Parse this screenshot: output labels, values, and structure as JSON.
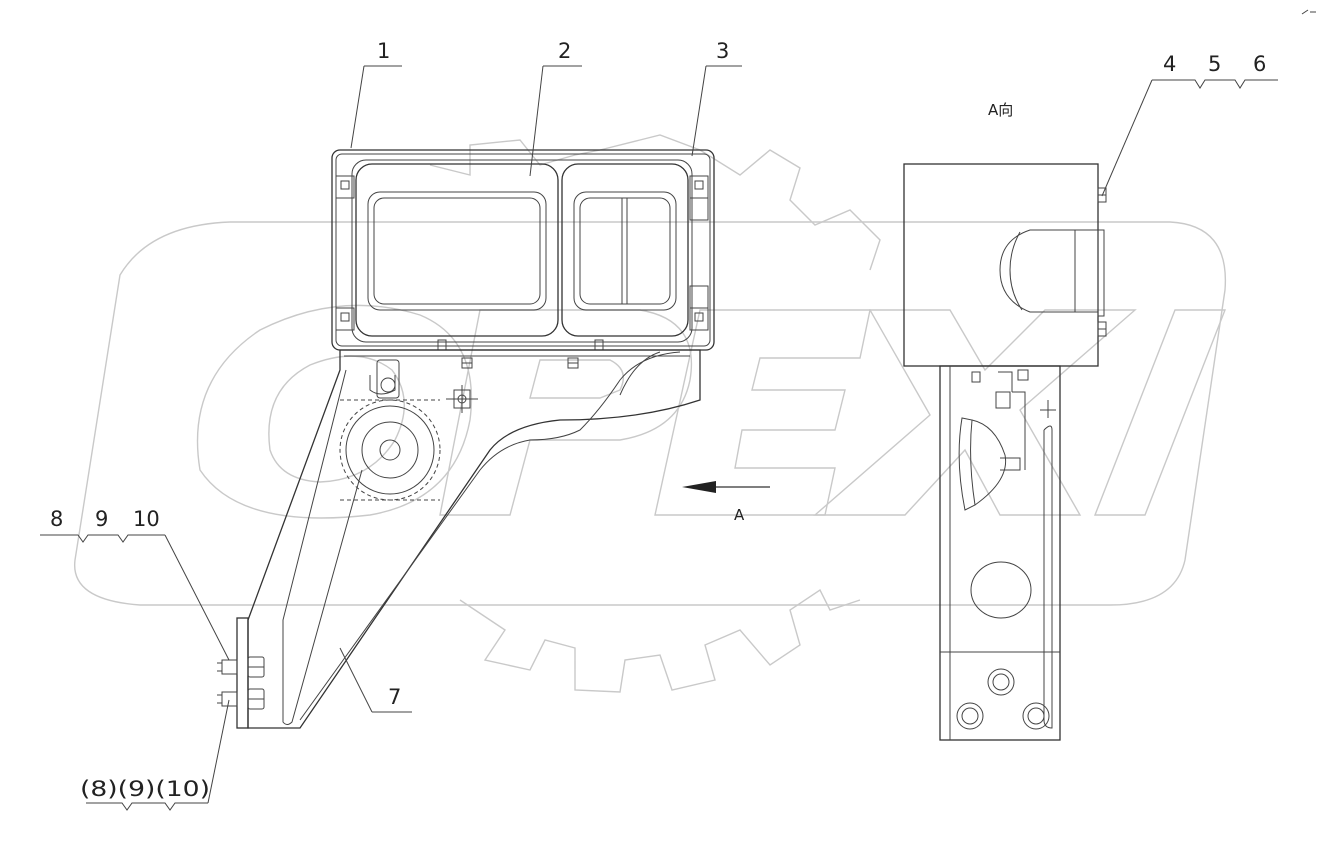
{
  "labels": {
    "callout_1": "1",
    "callout_2": "2",
    "callout_3": "3",
    "callout_4": "4",
    "callout_5": "5",
    "callout_6": "6",
    "callout_7": "7",
    "callout_8": "8",
    "callout_9": "9",
    "callout_10": "10",
    "callout_paren_group": "(8)(9)(10)",
    "view_arrow": "A",
    "view_title": "A向"
  },
  "watermark": {
    "text": "OPEX",
    "color": "#c9c9c9"
  }
}
